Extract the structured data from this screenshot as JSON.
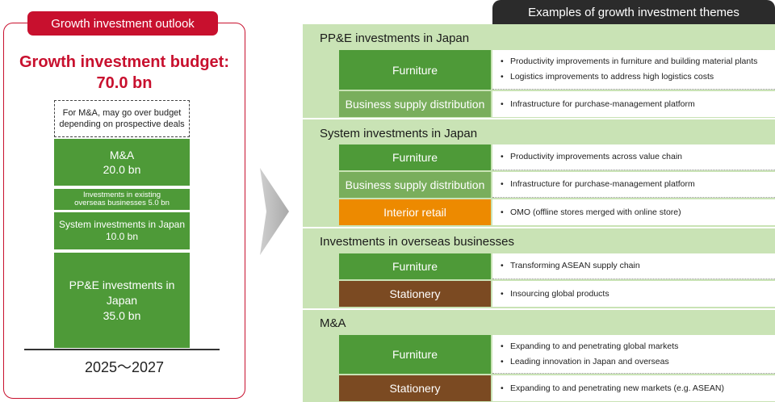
{
  "left": {
    "header": "Growth investment outlook",
    "budget_title": "Growth investment budget:",
    "budget_value": "70.0 bn",
    "note": "For M&A, may go over budget depending on prospective deals",
    "ma": {
      "label": "M&A",
      "value": "20.0 bn"
    },
    "overseas": {
      "line1": "Investments in existing",
      "line2": "overseas businesses 5.0 bn"
    },
    "system": {
      "label": "System investments in Japan",
      "value": "10.0 bn"
    },
    "ppe": {
      "line1": "PP&E investments in",
      "line2": "Japan",
      "value": "35.0 bn"
    },
    "period": "2025～2027"
  },
  "right": {
    "header": "Examples of growth investment themes",
    "sections": [
      {
        "title": "PP&E investments in Japan",
        "rows": [
          {
            "category": "Furniture",
            "color": "#4e9a38",
            "bullets": [
              "Productivity improvements in furniture and building material plants",
              "Logistics improvements to address high logistics costs"
            ]
          },
          {
            "category": "Business supply distribution",
            "color": "#79ae5c",
            "bullets": [
              "Infrastructure for purchase-management platform"
            ]
          }
        ]
      },
      {
        "title": "System investments in Japan",
        "rows": [
          {
            "category": "Furniture",
            "color": "#4e9a38",
            "bullets": [
              "Productivity improvements across value chain"
            ]
          },
          {
            "category": "Business supply distribution",
            "color": "#79ae5c",
            "bullets": [
              "Infrastructure for purchase-management platform"
            ]
          },
          {
            "category": "Interior retail",
            "color": "#ed8a00",
            "bullets": [
              "OMO (offline stores merged with online store)"
            ]
          }
        ]
      },
      {
        "title": "Investments in overseas businesses",
        "rows": [
          {
            "category": "Furniture",
            "color": "#4e9a38",
            "bullets": [
              "Transforming ASEAN supply chain"
            ]
          },
          {
            "category": "Stationery",
            "color": "#7b4a22",
            "bullets": [
              "Insourcing global products"
            ]
          }
        ]
      },
      {
        "title": "M&A",
        "rows": [
          {
            "category": "Furniture",
            "color": "#4e9a38",
            "bullets": [
              "Expanding to and penetrating global markets",
              "Leading innovation in Japan and overseas"
            ]
          },
          {
            "category": "Stationery",
            "color": "#7b4a22",
            "bullets": [
              "Expanding to and penetrating new markets (e.g. ASEAN)"
            ]
          }
        ]
      }
    ]
  }
}
